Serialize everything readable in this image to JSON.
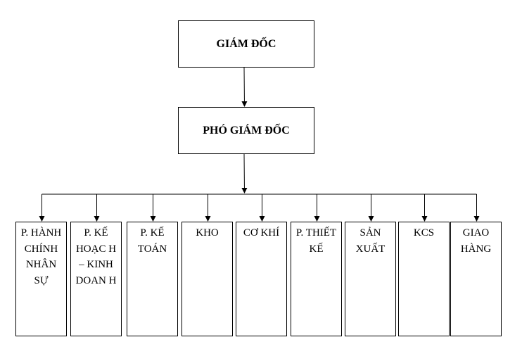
{
  "chart_data": {
    "type": "org-chart",
    "root": "GIÁM ĐỐC",
    "deputy": "PHÓ GIÁM ĐỐC",
    "departments": [
      "P. HÀNH CHÍNH NHÂN SỰ",
      "P. KẾ HOẠC H – KINH DOAN H",
      "P. KẾ TOÁN",
      "KHO",
      "CƠ KHÍ",
      "P. THIẾT KẾ",
      "SẢN XUẤT",
      "KCS",
      "GIAO HÀNG"
    ],
    "edges": [
      [
        "GIÁM ĐỐC",
        "PHÓ GIÁM ĐỐC"
      ],
      [
        "PHÓ GIÁM ĐỐC",
        "departments"
      ]
    ]
  }
}
